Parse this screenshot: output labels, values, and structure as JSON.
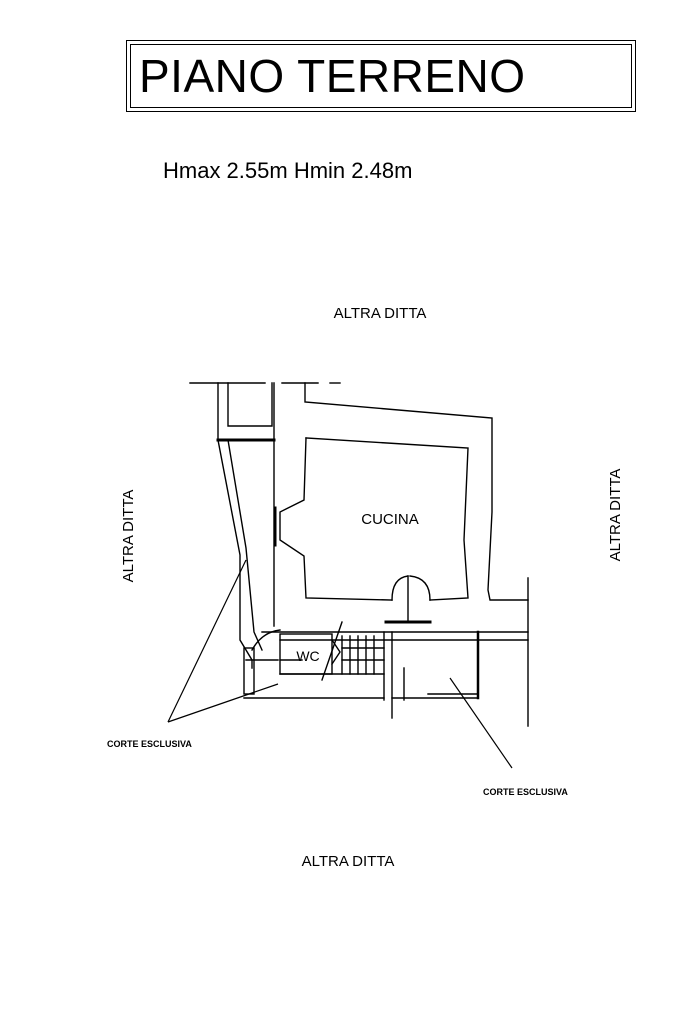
{
  "title": "PIANO TERRENO",
  "heights": "Hmax 2.55m Hmin 2.48m",
  "labels": {
    "north": "ALTRA DITTA",
    "south": "ALTRA DITTA",
    "west": "ALTRA DITTA",
    "east": "ALTRA DITTA",
    "kitchen": "CUCINA",
    "wc": "WC",
    "courtyard_left": "CORTE ESCLUSIVA",
    "courtyard_right": "CORTE ESCLUSIVA"
  }
}
